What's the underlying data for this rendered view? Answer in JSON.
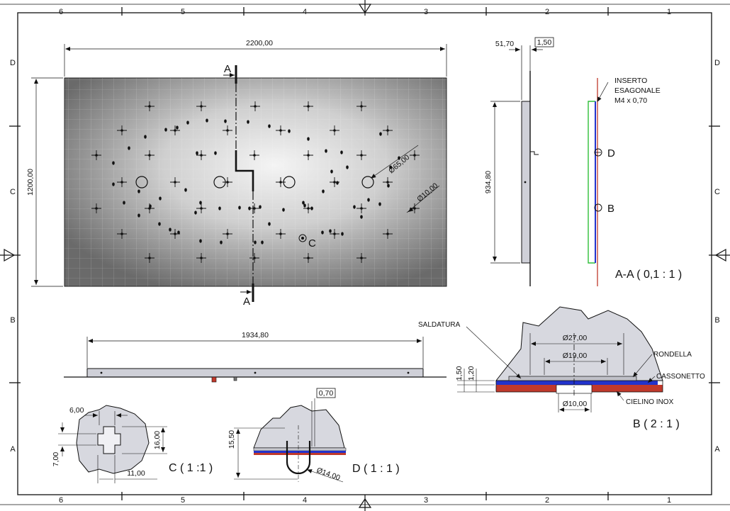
{
  "grid": {
    "columns": [
      "6",
      "5",
      "4",
      "3",
      "2",
      "1"
    ],
    "rows": [
      "D",
      "C",
      "B",
      "A"
    ]
  },
  "front_view": {
    "width_dim": "2200,00",
    "height_dim": "1200,00",
    "section_top": "A",
    "section_bottom": "A",
    "large_hole_dim": "Ø65,00",
    "small_hole_dim": "Ø10,00",
    "detail_label": "C",
    "sheet_fill_center": "#f2f2f2",
    "sheet_fill_dark": "#6e6e6e"
  },
  "section_view": {
    "thickness_dim": "51,70",
    "plate_dim": "1,50",
    "height_dim": "934,80",
    "insert_note": [
      "INSERTO",
      "ESAGONALE",
      "M4 x 0,70"
    ],
    "detail_d": "D",
    "detail_b": "B",
    "title": "A-A ( 0,1 : 1 )",
    "green": "#2fbf3a",
    "blue": "#2233cc",
    "red": "#c0392b"
  },
  "bottom_view": {
    "length_dim": "1934,80"
  },
  "detail_b": {
    "saldatura": "SALDATURA",
    "rondella": "RONDELLA",
    "cassonetto": "CASSONETTO",
    "cielino": "CIELINO INOX",
    "dim_27": "Ø27,00",
    "dim_19": "Ø19,00",
    "dim_10": "Ø10,00",
    "dim_150": "1,50",
    "dim_120": "1,20",
    "title": "B ( 2 : 1 )"
  },
  "detail_c": {
    "dim_6": "6,00",
    "dim_16": "16,00",
    "dim_7": "7,00",
    "dim_11": "11,00",
    "title": "C ( 1 :1 )"
  },
  "detail_d": {
    "dim_070": "0,70",
    "dim_1550": "15,50",
    "dim_14": "Ø14,00",
    "title": "D ( 1 : 1 )"
  }
}
